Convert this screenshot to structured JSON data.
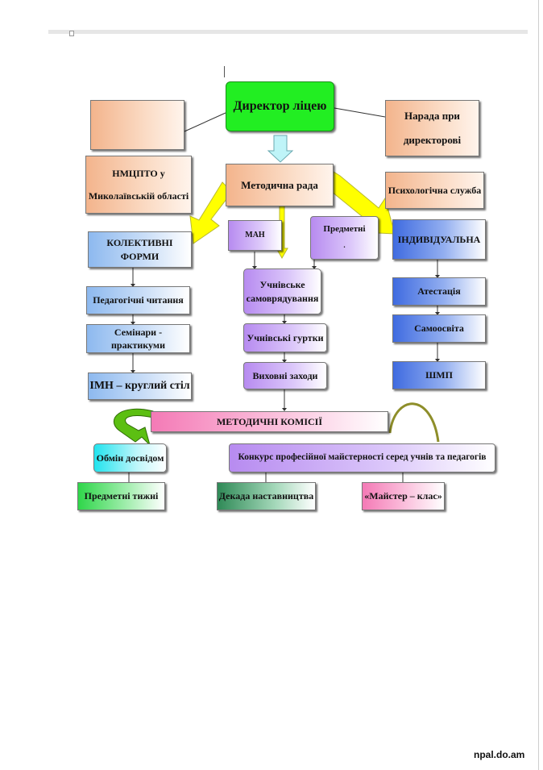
{
  "diagram": {
    "director": "Директор ліцею",
    "meeting": [
      "Нарада при",
      "директорові"
    ],
    "nmcpo": [
      "НМЦПТО у",
      "Миколаївській області"
    ],
    "methodical_council": "Методична рада",
    "psych_service": "Психологічна служба",
    "man": "МАН",
    "subjects": [
      "Предметні",
      "."
    ],
    "collective": "КОЛЕКТИВНІ ФОРМИ",
    "individual": "ІНДИВІДУАЛЬНА",
    "student_self_gov": [
      "Учнівське",
      "самоврядування"
    ],
    "ped_readings": "Педагогічні читання",
    "seminars": "Семінари - практикуми",
    "imn": "ІМН – круглий стіл",
    "student_clubs": "Учнівські гуртки",
    "educational_events": "Виховні заходи",
    "attestation": "Атестація",
    "self_education": "Самоосвіта",
    "shmp": "ШМП",
    "methodical_commissions": "МЕТОДИЧНІ КОМІСІЇ",
    "experience_exchange": "Обмін досвідом",
    "contest": "Конкурс професійної майстерності серед учнів та педагогів",
    "subject_weeks": "Предметні тижні",
    "mentoring_decade": "Декада наставництва",
    "master_class": "«Майстер – клас»"
  },
  "colors": {
    "director_fill": "#22ee22",
    "arrow_yellow": "#ffff00",
    "arrow_cyan": "#bff4f8",
    "connector": "#333333",
    "curve_green": "#52b80e"
  },
  "watermark": "npal.do.am"
}
